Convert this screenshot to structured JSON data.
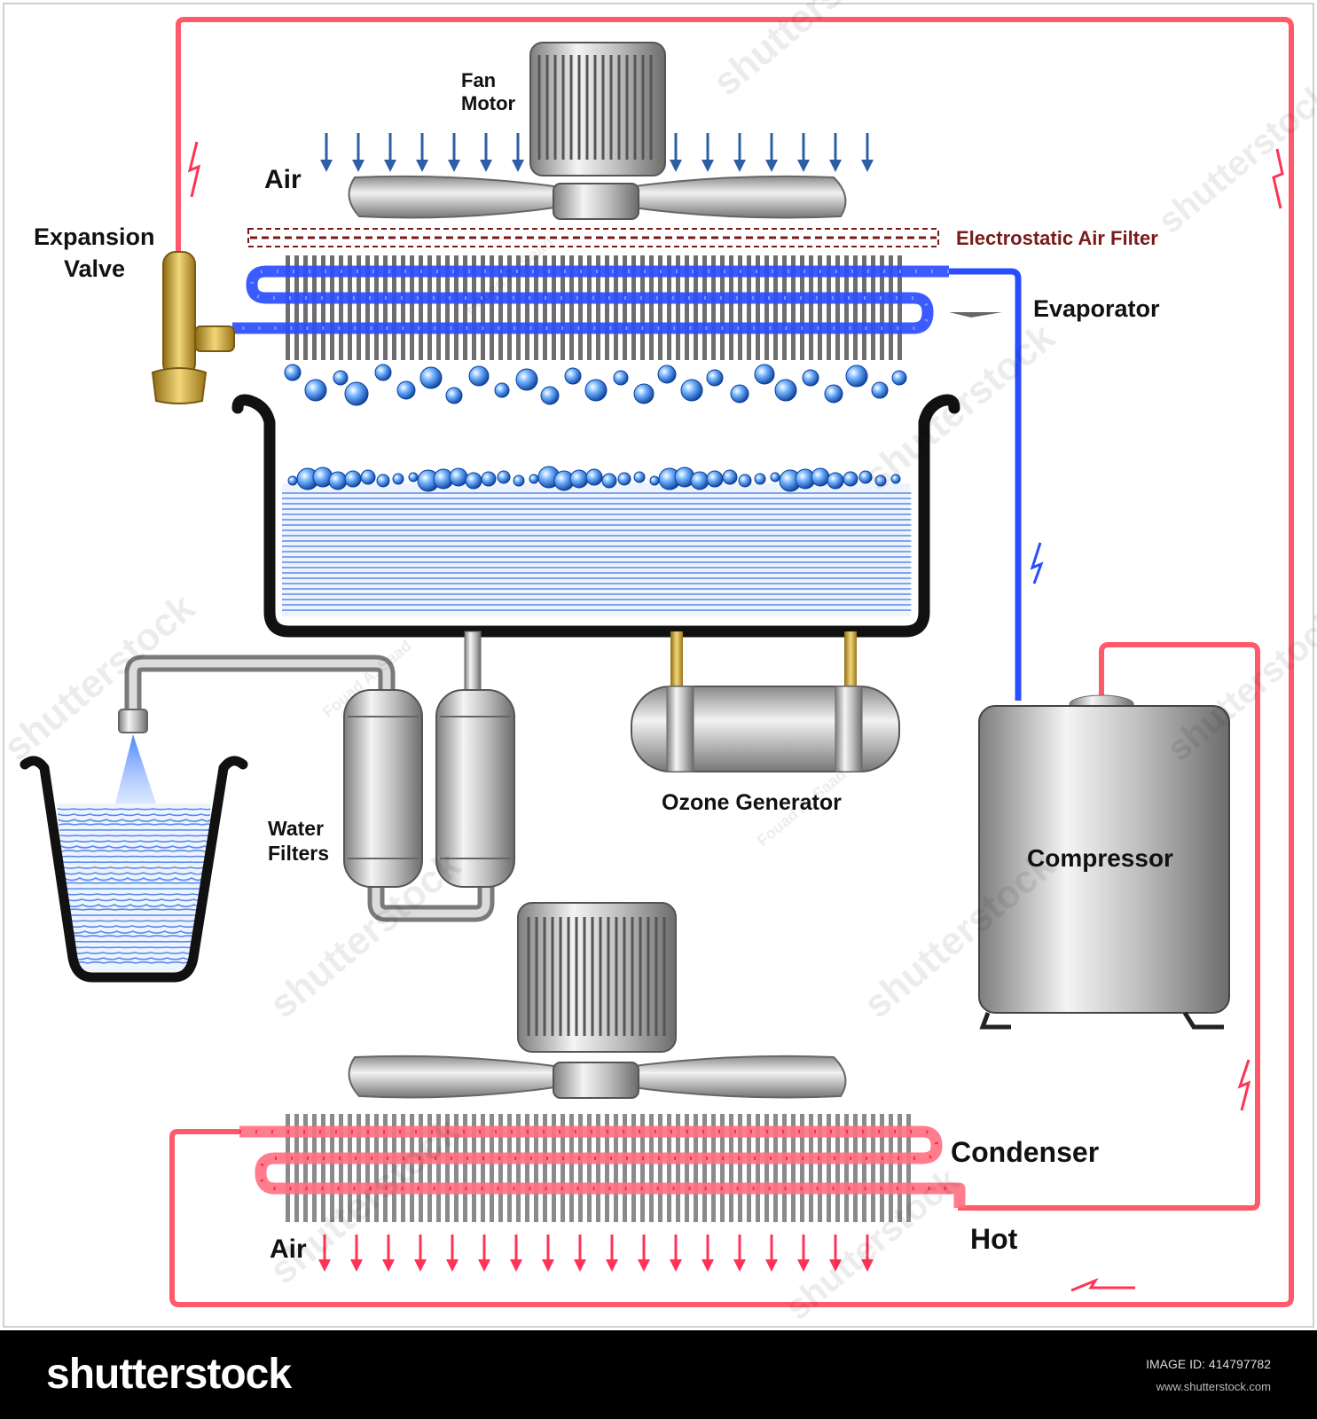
{
  "labels": {
    "fan_motor_line1": "Fan",
    "fan_motor_line2": "Motor",
    "air_top": "Air",
    "expansion_valve_line1": "Expansion",
    "expansion_valve_line2": "Valve",
    "electrostatic_filter": "Electrostatic Air Filter",
    "evaporator": "Evaporator",
    "water_filters_line1": "Water",
    "water_filters_line2": "Filters",
    "ozone_generator": "Ozone Generator",
    "compressor": "Compressor",
    "condenser": "Condenser",
    "air_bottom": "Air",
    "hot": "Hot"
  },
  "watermark": {
    "brand": "shutterstock",
    "author": "Fouad A. Saad"
  },
  "footer": {
    "logo": "shutterstock",
    "image_id": "IMAGE ID: 414797782",
    "url": "www.shutterstock.com"
  },
  "colors": {
    "cold_line": "#2a4dff",
    "hot_line": "#ff5a6a",
    "cold_arrow": "#2d5fa6",
    "hot_arrow": "#ff3355",
    "filter_label": "#7a1a1a",
    "water": "#5a8ae8",
    "brass": "#c9a23a"
  }
}
